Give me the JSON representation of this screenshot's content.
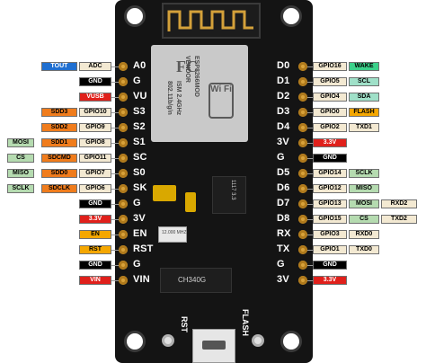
{
  "pins_left": [
    {
      "pin": "A0",
      "labels": [
        {
          "text": "TOUT",
          "bg": "#1f6fd1",
          "fg": "#ffffff"
        },
        {
          "text": "ADC",
          "bg": "#f3e9d2",
          "fg": "#000000"
        }
      ]
    },
    {
      "pin": "G",
      "labels": [
        {
          "text": "GND",
          "bg": "#000000",
          "fg": "#ffffff"
        }
      ]
    },
    {
      "pin": "VU",
      "labels": [
        {
          "text": "VUSB",
          "bg": "#e0201b",
          "fg": "#ffffff"
        }
      ]
    },
    {
      "pin": "S3",
      "labels": [
        {
          "text": "SDD3",
          "bg": "#f07c1c",
          "fg": "#000000"
        },
        {
          "text": "GPIO10",
          "bg": "#f3e9d2",
          "fg": "#000000"
        }
      ]
    },
    {
      "pin": "S2",
      "labels": [
        {
          "text": "SDD2",
          "bg": "#f07c1c",
          "fg": "#000000"
        },
        {
          "text": "GPIO9",
          "bg": "#f3e9d2",
          "fg": "#000000"
        }
      ]
    },
    {
      "pin": "S1",
      "labels": [
        {
          "text": "MOSI",
          "bg": "#b5dbb0",
          "fg": "#000000"
        },
        {
          "text": "SDD1",
          "bg": "#f07c1c",
          "fg": "#000000"
        },
        {
          "text": "GPIO8",
          "bg": "#f3e9d2",
          "fg": "#000000"
        }
      ]
    },
    {
      "pin": "SC",
      "labels": [
        {
          "text": "CS",
          "bg": "#b5dbb0",
          "fg": "#000000"
        },
        {
          "text": "SDCMD",
          "bg": "#f07c1c",
          "fg": "#000000"
        },
        {
          "text": "GPIO11",
          "bg": "#f3e9d2",
          "fg": "#000000"
        }
      ]
    },
    {
      "pin": "S0",
      "labels": [
        {
          "text": "MISO",
          "bg": "#b5dbb0",
          "fg": "#000000"
        },
        {
          "text": "SDD0",
          "bg": "#f07c1c",
          "fg": "#000000"
        },
        {
          "text": "GPIO7",
          "bg": "#f3e9d2",
          "fg": "#000000"
        }
      ]
    },
    {
      "pin": "SK",
      "labels": [
        {
          "text": "SCLK",
          "bg": "#b5dbb0",
          "fg": "#000000"
        },
        {
          "text": "SDCLK",
          "bg": "#f07c1c",
          "fg": "#000000"
        },
        {
          "text": "GPIO6",
          "bg": "#f3e9d2",
          "fg": "#000000"
        }
      ]
    },
    {
      "pin": "G",
      "labels": [
        {
          "text": "GND",
          "bg": "#000000",
          "fg": "#ffffff"
        }
      ]
    },
    {
      "pin": "3V",
      "labels": [
        {
          "text": "3.3V",
          "bg": "#e0201b",
          "fg": "#ffffff"
        }
      ]
    },
    {
      "pin": "EN",
      "labels": [
        {
          "text": "EN",
          "bg": "#f5a700",
          "fg": "#000000"
        }
      ]
    },
    {
      "pin": "RST",
      "labels": [
        {
          "text": "RST",
          "bg": "#f5a700",
          "fg": "#000000"
        }
      ]
    },
    {
      "pin": "G",
      "labels": [
        {
          "text": "GND",
          "bg": "#000000",
          "fg": "#ffffff"
        }
      ]
    },
    {
      "pin": "VIN",
      "labels": [
        {
          "text": "VIN",
          "bg": "#e0201b",
          "fg": "#ffffff"
        }
      ]
    }
  ],
  "pins_right": [
    {
      "pin": "D0",
      "labels": [
        {
          "text": "GPIO16",
          "bg": "#f3e9d2",
          "fg": "#000000"
        },
        {
          "text": "WAKE",
          "bg": "#3bd18a",
          "fg": "#000000"
        }
      ]
    },
    {
      "pin": "D1",
      "labels": [
        {
          "text": "GPIO5",
          "bg": "#f3e9d2",
          "fg": "#000000"
        },
        {
          "text": "SCL",
          "bg": "#9fe0c8",
          "fg": "#000000"
        }
      ]
    },
    {
      "pin": "D2",
      "labels": [
        {
          "text": "GPIO4",
          "bg": "#f3e9d2",
          "fg": "#000000"
        },
        {
          "text": "SDA",
          "bg": "#9fe0c8",
          "fg": "#000000"
        }
      ]
    },
    {
      "pin": "D3",
      "labels": [
        {
          "text": "GPIO0",
          "bg": "#f3e9d2",
          "fg": "#000000"
        },
        {
          "text": "FLASH",
          "bg": "#f5a700",
          "fg": "#000000"
        }
      ]
    },
    {
      "pin": "D4",
      "labels": [
        {
          "text": "GPIO2",
          "bg": "#f3e9d2",
          "fg": "#000000"
        },
        {
          "text": "TXD1",
          "bg": "#f3e9d2",
          "fg": "#000000"
        }
      ]
    },
    {
      "pin": "3V",
      "labels": [
        {
          "text": "3.3V",
          "bg": "#e0201b",
          "fg": "#ffffff"
        }
      ]
    },
    {
      "pin": "G",
      "labels": [
        {
          "text": "GND",
          "bg": "#000000",
          "fg": "#ffffff"
        }
      ]
    },
    {
      "pin": "D5",
      "labels": [
        {
          "text": "GPIO14",
          "bg": "#f3e9d2",
          "fg": "#000000"
        },
        {
          "text": "SCLK",
          "bg": "#b5dbb0",
          "fg": "#000000"
        }
      ]
    },
    {
      "pin": "D6",
      "labels": [
        {
          "text": "GPIO12",
          "bg": "#f3e9d2",
          "fg": "#000000"
        },
        {
          "text": "MISO",
          "bg": "#b5dbb0",
          "fg": "#000000"
        }
      ]
    },
    {
      "pin": "D7",
      "labels": [
        {
          "text": "GPIO13",
          "bg": "#f3e9d2",
          "fg": "#000000"
        },
        {
          "text": "MOSI",
          "bg": "#b5dbb0",
          "fg": "#000000"
        },
        {
          "text": "RXD2",
          "bg": "#f3e9d2",
          "fg": "#000000"
        }
      ]
    },
    {
      "pin": "D8",
      "labels": [
        {
          "text": "GPIO15",
          "bg": "#f3e9d2",
          "fg": "#000000"
        },
        {
          "text": "CS",
          "bg": "#b5dbb0",
          "fg": "#000000"
        },
        {
          "text": "TXD2",
          "bg": "#f3e9d2",
          "fg": "#000000"
        }
      ]
    },
    {
      "pin": "RX",
      "labels": [
        {
          "text": "GPIO3",
          "bg": "#f3e9d2",
          "fg": "#000000"
        },
        {
          "text": "RXD0",
          "bg": "#f3e9d2",
          "fg": "#000000"
        }
      ]
    },
    {
      "pin": "TX",
      "labels": [
        {
          "text": "GPIO1",
          "bg": "#f3e9d2",
          "fg": "#000000"
        },
        {
          "text": "TXD0",
          "bg": "#f3e9d2",
          "fg": "#000000"
        }
      ]
    },
    {
      "pin": "G",
      "labels": [
        {
          "text": "GND",
          "bg": "#000000",
          "fg": "#ffffff"
        }
      ]
    },
    {
      "pin": "3V",
      "labels": [
        {
          "text": "3.3V",
          "bg": "#e0201b",
          "fg": "#ffffff"
        }
      ]
    }
  ],
  "module": {
    "line1": "ESP8266MOD",
    "line2": "VENDOR",
    "line3": "ISM 2.4GHz",
    "line4": "802.11b/g/n",
    "fc": "FC",
    "wifi": "Wi Fi"
  },
  "chips": {
    "regulator": "1117 3.3",
    "usb_chip": "CH340G",
    "crystal": "12.000 MHZ"
  },
  "buttons": {
    "rst": "RST",
    "flash": "FLASH"
  }
}
